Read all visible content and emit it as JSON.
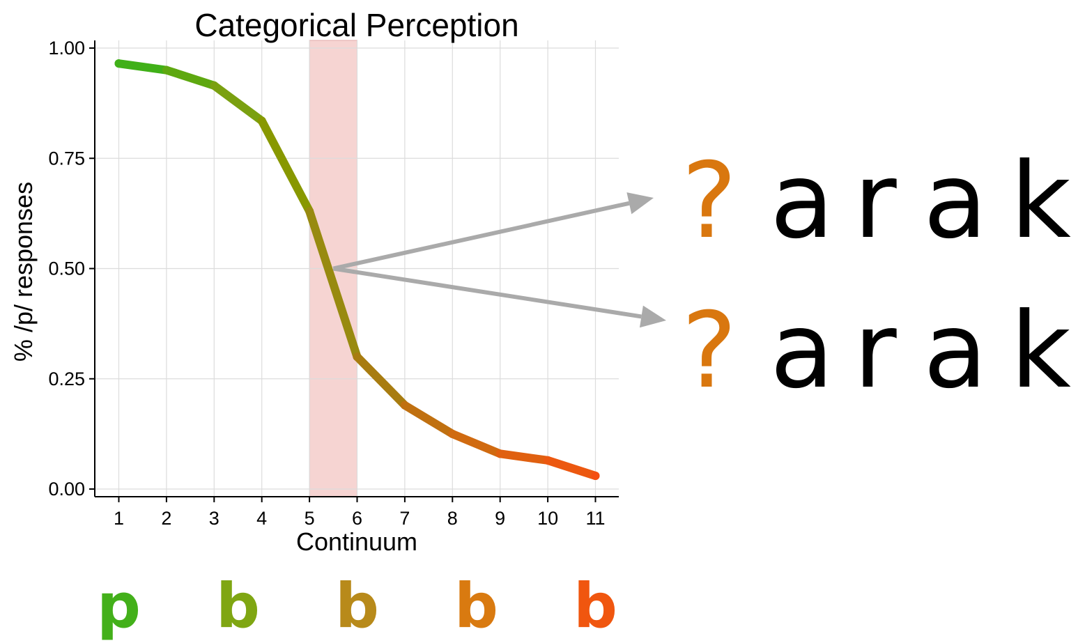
{
  "chart_data": {
    "type": "line",
    "title": "Categorical Perception",
    "xlabel": "Continuum",
    "ylabel": "% /p/ responses",
    "x": [
      1,
      2,
      3,
      4,
      5,
      6,
      7,
      8,
      9,
      10,
      11
    ],
    "x_ticks": [
      "1",
      "2",
      "3",
      "4",
      "5",
      "6",
      "7",
      "8",
      "9",
      "10",
      "11"
    ],
    "y_ticks": [
      "0.00",
      "0.25",
      "0.50",
      "0.75",
      "1.00"
    ],
    "xlim": [
      0.5,
      11.5
    ],
    "ylim": [
      -0.02,
      1.01
    ],
    "grid": true,
    "series": [
      {
        "values": [
          0.965,
          0.95,
          0.915,
          0.835,
          0.63,
          0.3,
          0.19,
          0.125,
          0.08,
          0.065,
          0.03
        ],
        "colors": [
          "#40b018",
          "#5ea810",
          "#7aa010",
          "#889800",
          "#988a10",
          "#a87c10",
          "#c07010",
          "#d06a10",
          "#e06010",
          "#ec5810",
          "#f44e10"
        ]
      }
    ],
    "highlight_band": {
      "x_range": [
        5,
        6
      ],
      "color": "#f6d4d2"
    },
    "arrow_origin": {
      "x": 5.5,
      "y": 0.5
    },
    "arrow_color": "#aaaaaa"
  },
  "words": [
    {
      "prefix": "?",
      "prefix_color": "#d9770f",
      "letters": [
        "a",
        "r",
        "a",
        "k"
      ],
      "letter_color": "#000000"
    },
    {
      "prefix": "?",
      "prefix_color": "#d9770f",
      "letters": [
        "a",
        "r",
        "a",
        "k"
      ],
      "letter_color": "#000000"
    }
  ],
  "continuum_letters": [
    {
      "text": "p",
      "color": "#43b01a",
      "x": 1
    },
    {
      "text": "b",
      "color": "#7fa612",
      "x": 3.5
    },
    {
      "text": "b",
      "color": "#b88a1a",
      "x": 6
    },
    {
      "text": "b",
      "color": "#d97a10",
      "x": 8.5
    },
    {
      "text": "b",
      "color": "#f0560f",
      "x": 11
    }
  ]
}
